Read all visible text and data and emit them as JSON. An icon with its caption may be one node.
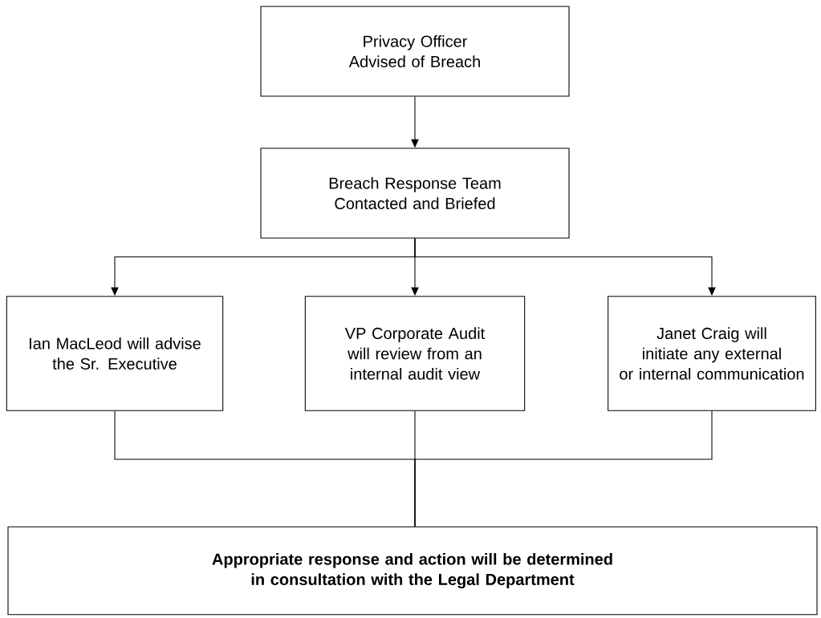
{
  "diagram": {
    "nodes": [
      {
        "text": [
          "Privacy Officer Advised of Breach"
        ]
      },
      {
        "text": [
          "Breach Response Team Contacted and Briefed"
        ]
      },
      {
        "text": [
          "Ian MacLeod will advise the Sr. Executive"
        ]
      },
      {
        "text": [
          "VP Corporate Audit will review from an internal audit view"
        ]
      },
      {
        "text": [
          "Janet Craig will initiate any external or internal communication"
        ]
      },
      {
        "text": [
          "Appropriate response and action will be determined in consultation with the Legal Department"
        ]
      }
    ],
    "edges": [
      {
        "from": 0,
        "to": 1,
        "arrow": "to"
      },
      {
        "from": 1,
        "to": 2,
        "arrow": "to"
      },
      {
        "from": 1,
        "to": 3,
        "arrow": "to"
      },
      {
        "from": 1,
        "to": 4,
        "arrow": "to"
      },
      {
        "from": 2,
        "to": 5,
        "arrow": "none"
      },
      {
        "from": 3,
        "to": 5,
        "arrow": "none"
      },
      {
        "from": 4,
        "to": 5,
        "arrow": "none"
      }
    ]
  }
}
